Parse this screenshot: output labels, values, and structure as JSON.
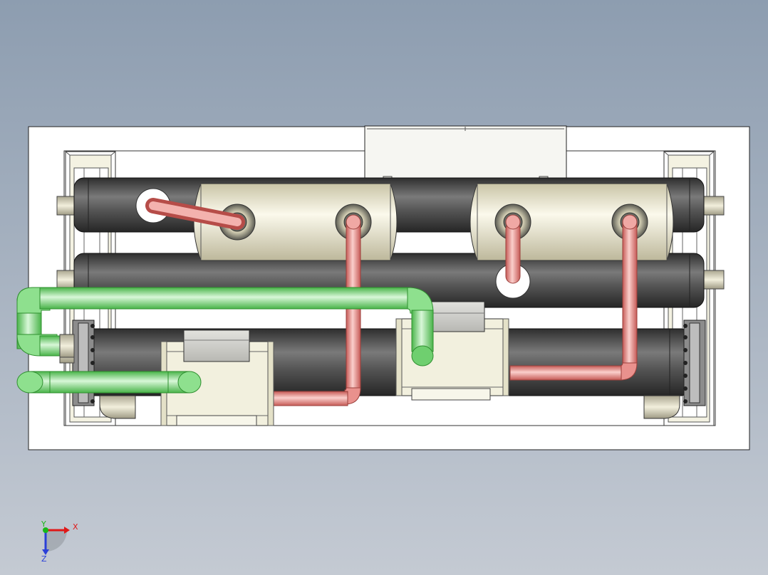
{
  "viewport": {
    "background_top": "#8d9db0",
    "background_bottom": "#c4cad3"
  },
  "colors": {
    "base_plate": "#ffffff",
    "outline": "#222222",
    "frame": "#e9e6cf",
    "dark_shell": "#4c4c4c",
    "cream_vessel": "#ece8d0",
    "cream_box": "#f2f0de",
    "grey_block": "#cfcfcb",
    "pink_pipe": "#ea8985",
    "green_pipe": "#7fd67f"
  },
  "axis_triad": {
    "x_label": "X",
    "y_label": "Y",
    "z_label": "Z",
    "x_color": "#e01818",
    "y_color": "#18b818",
    "z_color": "#2a3fd8"
  }
}
